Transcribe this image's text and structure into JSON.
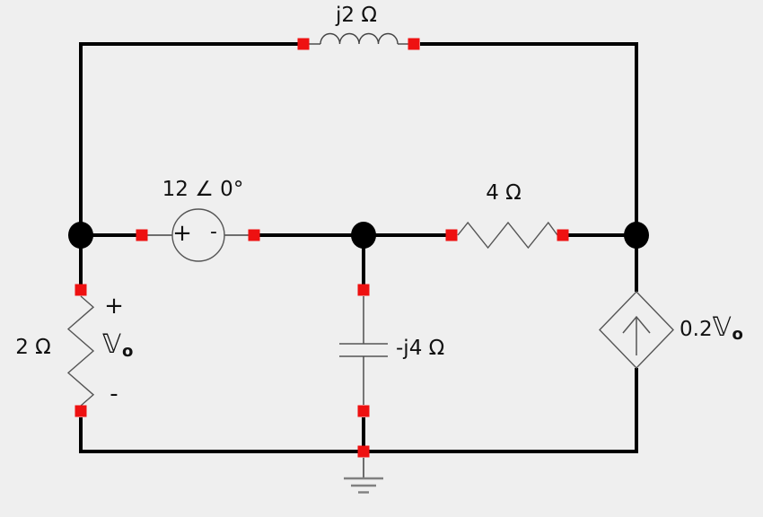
{
  "diagram_type": "circuit-schematic",
  "colors": {
    "background": "#efefef",
    "wire": "#000000",
    "terminal": "#ee1111",
    "component_stroke": "#555555",
    "ground_stroke": "#808080",
    "text": "#111111"
  },
  "components": {
    "inductor_top": {
      "label": "j2 Ω"
    },
    "voltage_source": {
      "label": "12 ∠ 0°",
      "plus": "+",
      "minus": "-"
    },
    "resistor_right": {
      "label": "4 Ω"
    },
    "resistor_left": {
      "label": "2 Ω"
    },
    "capacitor_middle": {
      "label": "-j4 Ω"
    },
    "dependent_current_source": {
      "gain": "0.2",
      "symbol": "𝕍",
      "subscript": "o"
    },
    "vo_annotation": {
      "plus": "+",
      "symbol": "𝕍",
      "subscript": "o",
      "minus": "-"
    }
  }
}
